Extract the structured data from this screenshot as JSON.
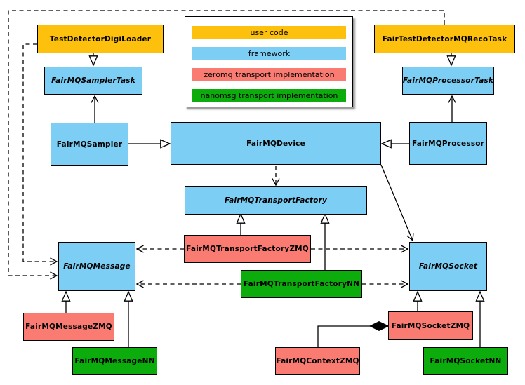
{
  "diagram_type": "uml-class-diagram",
  "colors": {
    "user_code": "#FCC00D",
    "framework": "#7CCEF4",
    "zeromq_transport": "#F97B72",
    "nanomsg_transport": "#0BAC0B",
    "border": "#000000",
    "background": "#FFFFFF"
  },
  "legend": {
    "items": [
      {
        "label": "user code",
        "category": "user_code"
      },
      {
        "label": "framework",
        "category": "framework"
      },
      {
        "label": "zeromq transport implementation",
        "category": "zeromq_transport"
      },
      {
        "label": "nanomsg transport implementation",
        "category": "nanomsg_transport"
      }
    ]
  },
  "nodes": {
    "testDetectorDigiLoader": {
      "label": "TestDetectorDigiLoader",
      "category": "user_code",
      "abstract": false
    },
    "fairMQSamplerTask": {
      "label": "FairMQSamplerTask",
      "category": "framework",
      "abstract": true
    },
    "fairMQSampler": {
      "label": "FairMQSampler",
      "category": "framework",
      "abstract": false
    },
    "fairTestDetectorMQRecoTask": {
      "label": "FairTestDetectorMQRecoTask",
      "category": "user_code",
      "abstract": false
    },
    "fairMQProcessorTask": {
      "label": "FairMQProcessorTask",
      "category": "framework",
      "abstract": true
    },
    "fairMQProcessor": {
      "label": "FairMQProcessor",
      "category": "framework",
      "abstract": false
    },
    "fairMQDevice": {
      "label": "FairMQDevice",
      "category": "framework",
      "abstract": false
    },
    "fairMQTransportFactory": {
      "label": "FairMQTransportFactory",
      "category": "framework",
      "abstract": true
    },
    "fairMQTransportFactoryZMQ": {
      "label": "FairMQTransportFactoryZMQ",
      "category": "zeromq_transport",
      "abstract": false
    },
    "fairMQTransportFactoryNN": {
      "label": "FairMQTransportFactoryNN",
      "category": "nanomsg_transport",
      "abstract": false
    },
    "fairMQMessage": {
      "label": "FairMQMessage",
      "category": "framework",
      "abstract": true
    },
    "fairMQMessageZMQ": {
      "label": "FairMQMessageZMQ",
      "category": "zeromq_transport",
      "abstract": false
    },
    "fairMQMessageNN": {
      "label": "FairMQMessageNN",
      "category": "nanomsg_transport",
      "abstract": false
    },
    "fairMQSocket": {
      "label": "FairMQSocket",
      "category": "framework",
      "abstract": true
    },
    "fairMQSocketZMQ": {
      "label": "FairMQSocketZMQ",
      "category": "zeromq_transport",
      "abstract": false
    },
    "fairMQContextZMQ": {
      "label": "FairMQContextZMQ",
      "category": "zeromq_transport",
      "abstract": false
    },
    "fairMQSocketNN": {
      "label": "FairMQSocketNN",
      "category": "nanomsg_transport",
      "abstract": false
    }
  },
  "edges": [
    {
      "from": "TestDetectorDigiLoader",
      "to": "FairMQSamplerTask",
      "type": "generalization"
    },
    {
      "from": "FairTestDetectorMQRecoTask",
      "to": "FairMQProcessorTask",
      "type": "generalization"
    },
    {
      "from": "FairMQSampler",
      "to": "FairMQDevice",
      "type": "generalization"
    },
    {
      "from": "FairMQProcessor",
      "to": "FairMQDevice",
      "type": "generalization"
    },
    {
      "from": "FairMQSampler",
      "to": "FairMQSamplerTask",
      "type": "association"
    },
    {
      "from": "FairMQProcessor",
      "to": "FairMQProcessorTask",
      "type": "association"
    },
    {
      "from": "FairMQDevice",
      "to": "FairMQTransportFactory",
      "type": "dependency"
    },
    {
      "from": "FairMQDevice",
      "to": "FairMQSocket",
      "type": "association"
    },
    {
      "from": "FairMQTransportFactoryZMQ",
      "to": "FairMQTransportFactory",
      "type": "generalization"
    },
    {
      "from": "FairMQTransportFactoryNN",
      "to": "FairMQTransportFactory",
      "type": "generalization"
    },
    {
      "from": "FairMQTransportFactoryZMQ",
      "to": "FairMQMessage",
      "type": "dependency"
    },
    {
      "from": "FairMQTransportFactoryZMQ",
      "to": "FairMQSocket",
      "type": "dependency"
    },
    {
      "from": "FairMQTransportFactoryNN",
      "to": "FairMQMessage",
      "type": "dependency"
    },
    {
      "from": "FairMQTransportFactoryNN",
      "to": "FairMQSocket",
      "type": "dependency"
    },
    {
      "from": "TestDetectorDigiLoader",
      "to": "FairMQMessage",
      "type": "dependency"
    },
    {
      "from": "FairTestDetectorMQRecoTask",
      "to": "FairMQMessage",
      "type": "dependency"
    },
    {
      "from": "FairMQMessageZMQ",
      "to": "FairMQMessage",
      "type": "generalization"
    },
    {
      "from": "FairMQMessageNN",
      "to": "FairMQMessage",
      "type": "generalization"
    },
    {
      "from": "FairMQSocketZMQ",
      "to": "FairMQSocket",
      "type": "generalization"
    },
    {
      "from": "FairMQSocketNN",
      "to": "FairMQSocket",
      "type": "generalization"
    },
    {
      "from": "FairMQContextZMQ",
      "to": "FairMQSocketZMQ",
      "type": "composition"
    }
  ]
}
